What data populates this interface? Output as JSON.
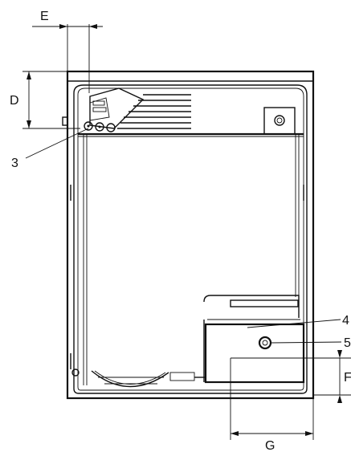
{
  "labels": {
    "dim_e": "E",
    "dim_d": "D",
    "dim_f": "F",
    "dim_g": "G",
    "callout_3": "3",
    "callout_4": "4",
    "callout_5": "5"
  },
  "colors": {
    "line": "#111111",
    "background": "#ffffff"
  }
}
